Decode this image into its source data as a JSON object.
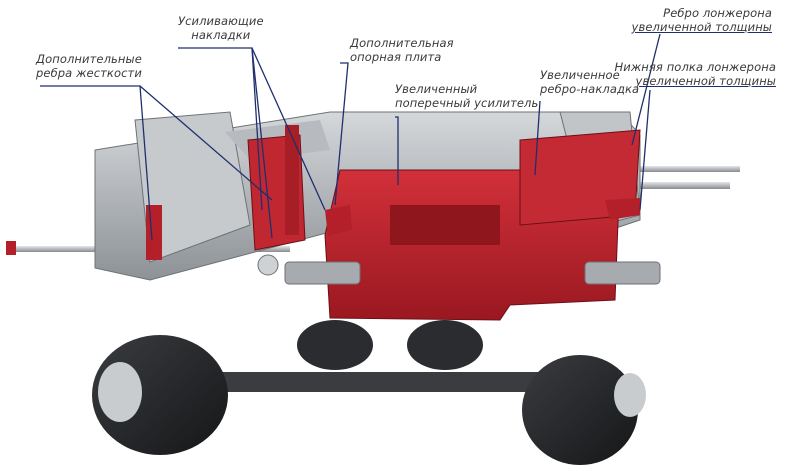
{
  "callouts": [
    {
      "line1": "Дополнительные",
      "line2": "ребра жесткости"
    },
    {
      "line1": "Усиливающие",
      "line2": "накладки"
    },
    {
      "line1": "Дополнительная",
      "line2": "опорная плита"
    },
    {
      "line1": "Увеличенный",
      "line2": "поперечный усилитель"
    },
    {
      "line1": "Увеличенное",
      "line2": "ребро-накладка"
    },
    {
      "line1": "Ребро лонжерона",
      "line2": "увеличенной толщины"
    },
    {
      "line1": "Нижняя полка лонжерона",
      "line2": "увеличенной толщины"
    }
  ],
  "colors": {
    "red": "#b3202a",
    "steel": "#a9adb1",
    "leader": "#1f2f6e",
    "tire": "#1b1c1e"
  }
}
